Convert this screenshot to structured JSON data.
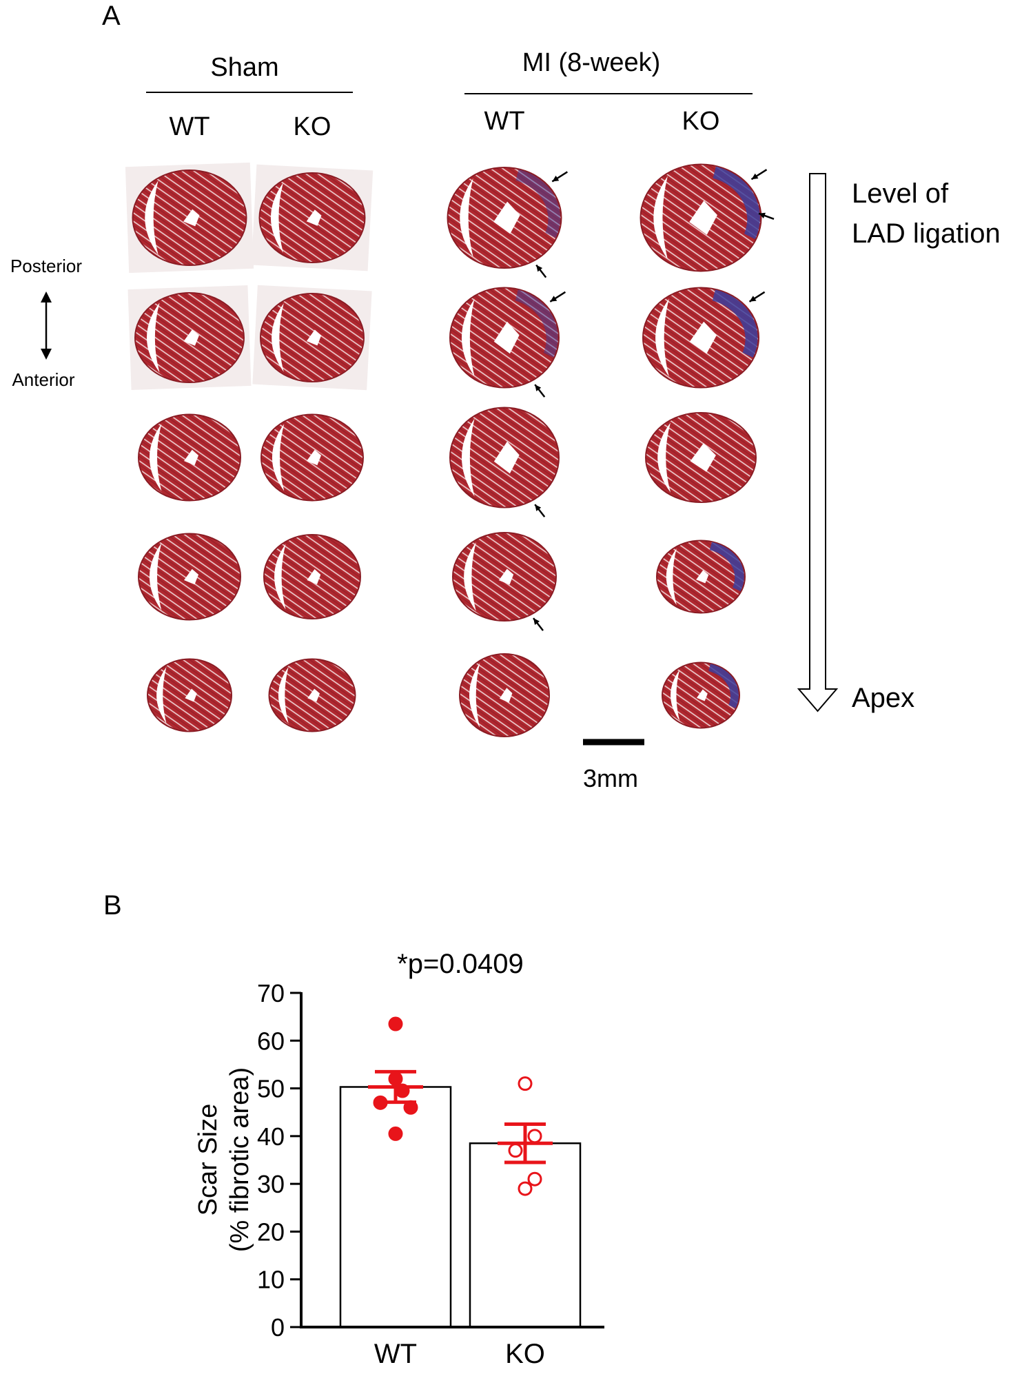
{
  "panel_a": {
    "label": "A",
    "group_headers": [
      "Sham",
      "MI (8-week)"
    ],
    "column_headers": [
      "WT",
      "KO",
      "WT",
      "KO"
    ],
    "orientation": {
      "top": "Posterior",
      "bottom": "Anterior"
    },
    "level_arrow": {
      "top_label_line1": "Level of",
      "top_label_line2": "LAD ligation",
      "bottom_label": "Apex"
    },
    "scale_bar_label": "3mm",
    "stain_colors": {
      "tissue": "#b0272f",
      "fibers": "#ffffff",
      "fibrosis": "#3c3f9c",
      "section_bg": "#f3ecec"
    }
  },
  "panel_b": {
    "label": "B",
    "annotation": "*p=0.0409"
  },
  "chart_data": {
    "type": "bar",
    "categories": [
      "WT",
      "KO"
    ],
    "values": [
      50.3,
      38.5
    ],
    "error_sem": [
      3.2,
      4.0
    ],
    "points": {
      "WT": [
        63.5,
        52.0,
        49.5,
        47.0,
        46.0,
        40.5
      ],
      "KO": [
        51.0,
        40.0,
        37.0,
        31.0,
        29.0
      ]
    },
    "point_style": {
      "WT": "filled",
      "KO": "open"
    },
    "point_color": "#e8141a",
    "bar_fill": "#ffffff",
    "title": "",
    "xlabel": "",
    "ylabel_line1": "Scar Size",
    "ylabel_line2": "(% fibrotic area)",
    "ylim": [
      0,
      70
    ],
    "yticks": [
      "0",
      "10",
      "20",
      "30",
      "40",
      "50",
      "60",
      "70"
    ],
    "grid": false
  }
}
